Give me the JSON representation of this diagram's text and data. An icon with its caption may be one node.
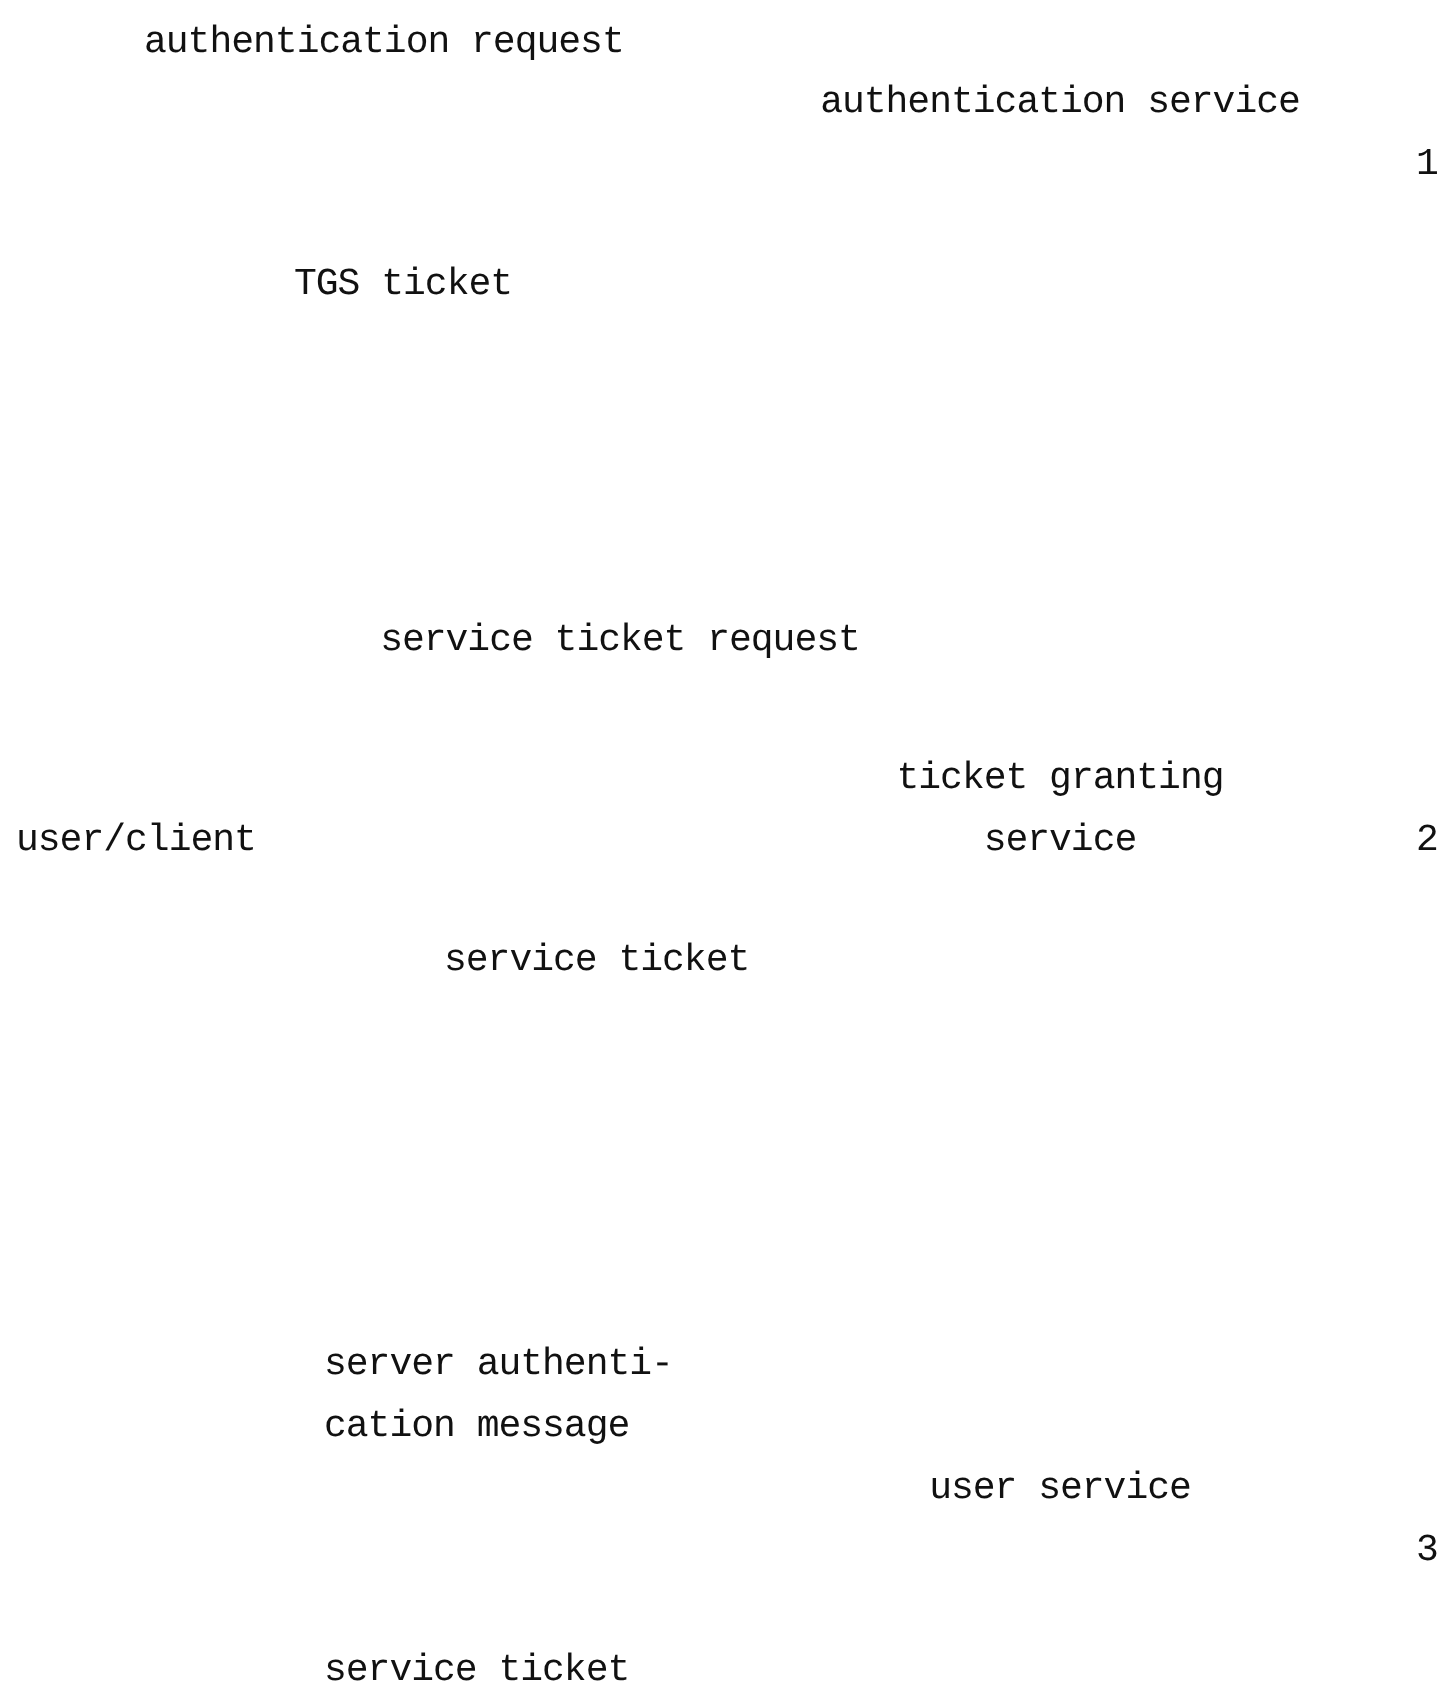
{
  "diagram": {
    "labels": [
      "authentication request",
      "authentication service",
      "1",
      "TGS ticket",
      "service ticket request",
      "ticket granting service",
      "user/client",
      "2",
      "service ticket",
      "server authenti- cation message",
      "user service",
      "3",
      "service ticket"
    ]
  }
}
